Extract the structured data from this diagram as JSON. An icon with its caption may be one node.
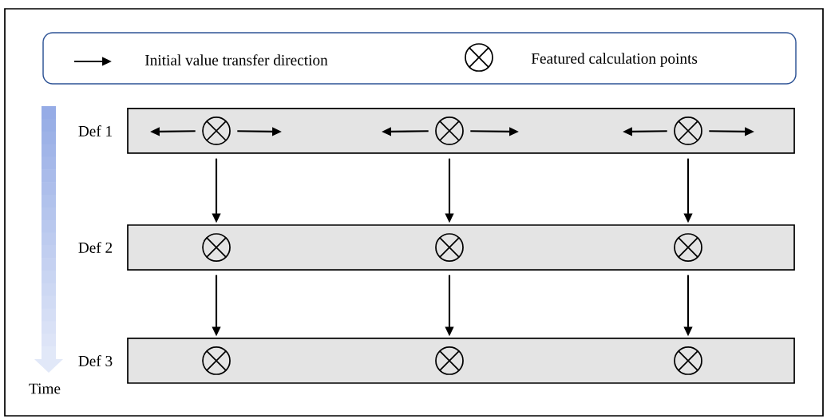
{
  "diagram": {
    "nodes": [
      {
        "text": [
          "Def 1"
        ]
      },
      {
        "text": [],
        "shape": "circle",
        "in": 0
      },
      {
        "text": [],
        "shape": "circle",
        "in": 0
      },
      {
        "text": [],
        "shape": "circle",
        "in": 0
      },
      {
        "text": [
          "Def 2"
        ]
      },
      {
        "text": [],
        "shape": "circle",
        "in": 4
      },
      {
        "text": [],
        "shape": "circle",
        "in": 4
      },
      {
        "text": [],
        "shape": "circle",
        "in": 4
      },
      {
        "text": [
          "Def 3"
        ]
      },
      {
        "text": [],
        "shape": "circle",
        "in": 8
      },
      {
        "text": [],
        "shape": "circle",
        "in": 8
      },
      {
        "text": [],
        "shape": "circle",
        "in": 8
      }
    ],
    "edges": [
      {
        "from": 1,
        "to": null,
        "arrow": "to"
      },
      {
        "from": 1,
        "to": null,
        "arrow": "to"
      },
      {
        "from": 2,
        "to": null,
        "arrow": "to"
      },
      {
        "from": 2,
        "to": null,
        "arrow": "to"
      },
      {
        "from": 3,
        "to": null,
        "arrow": "to"
      },
      {
        "from": 3,
        "to": null,
        "arrow": "to"
      },
      {
        "from": 1,
        "to": 5,
        "arrow": "to"
      },
      {
        "from": 2,
        "to": 6,
        "arrow": "to"
      },
      {
        "from": 3,
        "to": 7,
        "arrow": "to"
      },
      {
        "from": 5,
        "to": 9,
        "arrow": "to"
      },
      {
        "from": 6,
        "to": 10,
        "arrow": "to"
      },
      {
        "from": 7,
        "to": 11,
        "arrow": "to"
      }
    ],
    "labels": [
      "Time"
    ],
    "legend": [
      {
        "text": "Initial value transfer direction"
      },
      {
        "text": "Featured calculation points"
      }
    ]
  }
}
